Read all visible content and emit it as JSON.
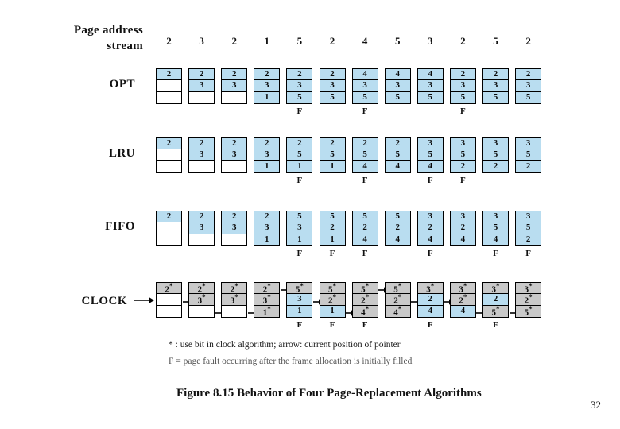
{
  "figure": {
    "stream_label_line1": "Page address",
    "stream_label_line2": "stream",
    "page_address_stream": [
      "2",
      "3",
      "2",
      "1",
      "5",
      "2",
      "4",
      "5",
      "3",
      "2",
      "5",
      "2"
    ],
    "caption": "Figure 8.15    Behavior of Four Page-Replacement Algorithms",
    "page_number": "32",
    "notes": [
      "* : use bit in clock algorithm; arrow: current position of pointer",
      "F = page fault occurring after the frame allocation is initially filled"
    ],
    "colors": {
      "filled_blue": "#b9ddf0",
      "clock_grey": "#c9c9c9",
      "border": "#000000",
      "text": "#0a0a0a"
    },
    "rows": [
      {
        "label": "OPT",
        "frames": 3,
        "columns": [
          {
            "slots": [
              {
                "v": "2",
                "s": "filled"
              },
              {
                "v": "",
                "s": "empty"
              },
              {
                "v": "",
                "s": "empty"
              }
            ],
            "fault": ""
          },
          {
            "slots": [
              {
                "v": "2",
                "s": "filled"
              },
              {
                "v": "3",
                "s": "filled"
              },
              {
                "v": "",
                "s": "empty"
              }
            ],
            "fault": ""
          },
          {
            "slots": [
              {
                "v": "2",
                "s": "filled"
              },
              {
                "v": "3",
                "s": "filled"
              },
              {
                "v": "",
                "s": "empty"
              }
            ],
            "fault": ""
          },
          {
            "slots": [
              {
                "v": "2",
                "s": "filled"
              },
              {
                "v": "3",
                "s": "filled"
              },
              {
                "v": "1",
                "s": "filled"
              }
            ],
            "fault": ""
          },
          {
            "slots": [
              {
                "v": "2",
                "s": "filled"
              },
              {
                "v": "3",
                "s": "filled"
              },
              {
                "v": "5",
                "s": "filled"
              }
            ],
            "fault": "F"
          },
          {
            "slots": [
              {
                "v": "2",
                "s": "filled"
              },
              {
                "v": "3",
                "s": "filled"
              },
              {
                "v": "5",
                "s": "filled"
              }
            ],
            "fault": ""
          },
          {
            "slots": [
              {
                "v": "4",
                "s": "filled"
              },
              {
                "v": "3",
                "s": "filled"
              },
              {
                "v": "5",
                "s": "filled"
              }
            ],
            "fault": "F"
          },
          {
            "slots": [
              {
                "v": "4",
                "s": "filled"
              },
              {
                "v": "3",
                "s": "filled"
              },
              {
                "v": "5",
                "s": "filled"
              }
            ],
            "fault": ""
          },
          {
            "slots": [
              {
                "v": "4",
                "s": "filled"
              },
              {
                "v": "3",
                "s": "filled"
              },
              {
                "v": "5",
                "s": "filled"
              }
            ],
            "fault": ""
          },
          {
            "slots": [
              {
                "v": "2",
                "s": "filled"
              },
              {
                "v": "3",
                "s": "filled"
              },
              {
                "v": "5",
                "s": "filled"
              }
            ],
            "fault": "F"
          },
          {
            "slots": [
              {
                "v": "2",
                "s": "filled"
              },
              {
                "v": "3",
                "s": "filled"
              },
              {
                "v": "5",
                "s": "filled"
              }
            ],
            "fault": ""
          },
          {
            "slots": [
              {
                "v": "2",
                "s": "filled"
              },
              {
                "v": "3",
                "s": "filled"
              },
              {
                "v": "5",
                "s": "filled"
              }
            ],
            "fault": ""
          }
        ]
      },
      {
        "label": "LRU",
        "frames": 3,
        "columns": [
          {
            "slots": [
              {
                "v": "2",
                "s": "filled"
              },
              {
                "v": "",
                "s": "empty"
              },
              {
                "v": "",
                "s": "empty"
              }
            ],
            "fault": ""
          },
          {
            "slots": [
              {
                "v": "2",
                "s": "filled"
              },
              {
                "v": "3",
                "s": "filled"
              },
              {
                "v": "",
                "s": "empty"
              }
            ],
            "fault": ""
          },
          {
            "slots": [
              {
                "v": "2",
                "s": "filled"
              },
              {
                "v": "3",
                "s": "filled"
              },
              {
                "v": "",
                "s": "empty"
              }
            ],
            "fault": ""
          },
          {
            "slots": [
              {
                "v": "2",
                "s": "filled"
              },
              {
                "v": "3",
                "s": "filled"
              },
              {
                "v": "1",
                "s": "filled"
              }
            ],
            "fault": ""
          },
          {
            "slots": [
              {
                "v": "2",
                "s": "filled"
              },
              {
                "v": "5",
                "s": "filled"
              },
              {
                "v": "1",
                "s": "filled"
              }
            ],
            "fault": "F"
          },
          {
            "slots": [
              {
                "v": "2",
                "s": "filled"
              },
              {
                "v": "5",
                "s": "filled"
              },
              {
                "v": "1",
                "s": "filled"
              }
            ],
            "fault": ""
          },
          {
            "slots": [
              {
                "v": "2",
                "s": "filled"
              },
              {
                "v": "5",
                "s": "filled"
              },
              {
                "v": "4",
                "s": "filled"
              }
            ],
            "fault": "F"
          },
          {
            "slots": [
              {
                "v": "2",
                "s": "filled"
              },
              {
                "v": "5",
                "s": "filled"
              },
              {
                "v": "4",
                "s": "filled"
              }
            ],
            "fault": ""
          },
          {
            "slots": [
              {
                "v": "3",
                "s": "filled"
              },
              {
                "v": "5",
                "s": "filled"
              },
              {
                "v": "4",
                "s": "filled"
              }
            ],
            "fault": "F"
          },
          {
            "slots": [
              {
                "v": "3",
                "s": "filled"
              },
              {
                "v": "5",
                "s": "filled"
              },
              {
                "v": "2",
                "s": "filled"
              }
            ],
            "fault": "F"
          },
          {
            "slots": [
              {
                "v": "3",
                "s": "filled"
              },
              {
                "v": "5",
                "s": "filled"
              },
              {
                "v": "2",
                "s": "filled"
              }
            ],
            "fault": ""
          },
          {
            "slots": [
              {
                "v": "3",
                "s": "filled"
              },
              {
                "v": "5",
                "s": "filled"
              },
              {
                "v": "2",
                "s": "filled"
              }
            ],
            "fault": ""
          }
        ]
      },
      {
        "label": "FIFO",
        "frames": 3,
        "columns": [
          {
            "slots": [
              {
                "v": "2",
                "s": "filled"
              },
              {
                "v": "",
                "s": "empty"
              },
              {
                "v": "",
                "s": "empty"
              }
            ],
            "fault": ""
          },
          {
            "slots": [
              {
                "v": "2",
                "s": "filled"
              },
              {
                "v": "3",
                "s": "filled"
              },
              {
                "v": "",
                "s": "empty"
              }
            ],
            "fault": ""
          },
          {
            "slots": [
              {
                "v": "2",
                "s": "filled"
              },
              {
                "v": "3",
                "s": "filled"
              },
              {
                "v": "",
                "s": "empty"
              }
            ],
            "fault": ""
          },
          {
            "slots": [
              {
                "v": "2",
                "s": "filled"
              },
              {
                "v": "3",
                "s": "filled"
              },
              {
                "v": "1",
                "s": "filled"
              }
            ],
            "fault": ""
          },
          {
            "slots": [
              {
                "v": "5",
                "s": "filled"
              },
              {
                "v": "3",
                "s": "filled"
              },
              {
                "v": "1",
                "s": "filled"
              }
            ],
            "fault": "F"
          },
          {
            "slots": [
              {
                "v": "5",
                "s": "filled"
              },
              {
                "v": "2",
                "s": "filled"
              },
              {
                "v": "1",
                "s": "filled"
              }
            ],
            "fault": "F"
          },
          {
            "slots": [
              {
                "v": "5",
                "s": "filled"
              },
              {
                "v": "2",
                "s": "filled"
              },
              {
                "v": "4",
                "s": "filled"
              }
            ],
            "fault": "F"
          },
          {
            "slots": [
              {
                "v": "5",
                "s": "filled"
              },
              {
                "v": "2",
                "s": "filled"
              },
              {
                "v": "4",
                "s": "filled"
              }
            ],
            "fault": ""
          },
          {
            "slots": [
              {
                "v": "3",
                "s": "filled"
              },
              {
                "v": "2",
                "s": "filled"
              },
              {
                "v": "4",
                "s": "filled"
              }
            ],
            "fault": "F"
          },
          {
            "slots": [
              {
                "v": "3",
                "s": "filled"
              },
              {
                "v": "2",
                "s": "filled"
              },
              {
                "v": "4",
                "s": "filled"
              }
            ],
            "fault": ""
          },
          {
            "slots": [
              {
                "v": "3",
                "s": "filled"
              },
              {
                "v": "5",
                "s": "filled"
              },
              {
                "v": "4",
                "s": "filled"
              }
            ],
            "fault": "F"
          },
          {
            "slots": [
              {
                "v": "3",
                "s": "filled"
              },
              {
                "v": "5",
                "s": "filled"
              },
              {
                "v": "2",
                "s": "filled"
              }
            ],
            "fault": "F"
          }
        ]
      },
      {
        "label": "CLOCK",
        "frames": 3,
        "columns": [
          {
            "slots": [
              {
                "v": "2",
                "s": "clockfill",
                "star": true
              },
              {
                "v": "",
                "s": "empty"
              },
              {
                "v": "",
                "s": "empty"
              }
            ],
            "fault": "",
            "pointer": 2
          },
          {
            "slots": [
              {
                "v": "2",
                "s": "clockfill",
                "star": true
              },
              {
                "v": "3",
                "s": "clockfill",
                "star": true
              },
              {
                "v": "",
                "s": "empty"
              }
            ],
            "fault": "",
            "pointer": 3
          },
          {
            "slots": [
              {
                "v": "2",
                "s": "clockfill",
                "star": true
              },
              {
                "v": "3",
                "s": "clockfill",
                "star": true
              },
              {
                "v": "",
                "s": "empty"
              }
            ],
            "fault": "",
            "pointer": 3
          },
          {
            "slots": [
              {
                "v": "2",
                "s": "clockfill",
                "star": true
              },
              {
                "v": "3",
                "s": "clockfill",
                "star": true
              },
              {
                "v": "1",
                "s": "clockfill",
                "star": true
              }
            ],
            "fault": "",
            "pointer": 1
          },
          {
            "slots": [
              {
                "v": "5",
                "s": "clockfill",
                "star": true
              },
              {
                "v": "3",
                "s": "clockblue"
              },
              {
                "v": "1",
                "s": "clockblue"
              }
            ],
            "fault": "F",
            "pointer": 2
          },
          {
            "slots": [
              {
                "v": "5",
                "s": "clockfill",
                "star": true
              },
              {
                "v": "2",
                "s": "clockfill",
                "star": true
              },
              {
                "v": "1",
                "s": "clockblue"
              }
            ],
            "fault": "F",
            "pointer": 3
          },
          {
            "slots": [
              {
                "v": "5",
                "s": "clockfill",
                "star": true
              },
              {
                "v": "2",
                "s": "clockfill",
                "star": true
              },
              {
                "v": "4",
                "s": "clockfill",
                "star": true
              }
            ],
            "fault": "F",
            "pointer": 1
          },
          {
            "slots": [
              {
                "v": "5",
                "s": "clockfill",
                "star": true
              },
              {
                "v": "2",
                "s": "clockfill",
                "star": true
              },
              {
                "v": "4",
                "s": "clockfill",
                "star": true
              }
            ],
            "fault": "",
            "pointer": 2
          },
          {
            "slots": [
              {
                "v": "3",
                "s": "clockfill",
                "star": true
              },
              {
                "v": "2",
                "s": "clockblue"
              },
              {
                "v": "4",
                "s": "clockblue"
              }
            ],
            "fault": "F",
            "pointer": 2
          },
          {
            "slots": [
              {
                "v": "3",
                "s": "clockfill",
                "star": true
              },
              {
                "v": "2",
                "s": "clockfill",
                "star": true
              },
              {
                "v": "4",
                "s": "clockblue"
              }
            ],
            "fault": "",
            "pointer": 3
          },
          {
            "slots": [
              {
                "v": "3",
                "s": "clockfill",
                "star": true
              },
              {
                "v": "2",
                "s": "clockblue"
              },
              {
                "v": "5",
                "s": "clockfill",
                "star": true
              }
            ],
            "fault": "F",
            "pointer": 3
          },
          {
            "slots": [
              {
                "v": "3",
                "s": "clockfill",
                "star": true
              },
              {
                "v": "2",
                "s": "clockfill",
                "star": true
              },
              {
                "v": "5",
                "s": "clockfill",
                "star": true
              }
            ],
            "fault": ""
          }
        ]
      }
    ]
  }
}
